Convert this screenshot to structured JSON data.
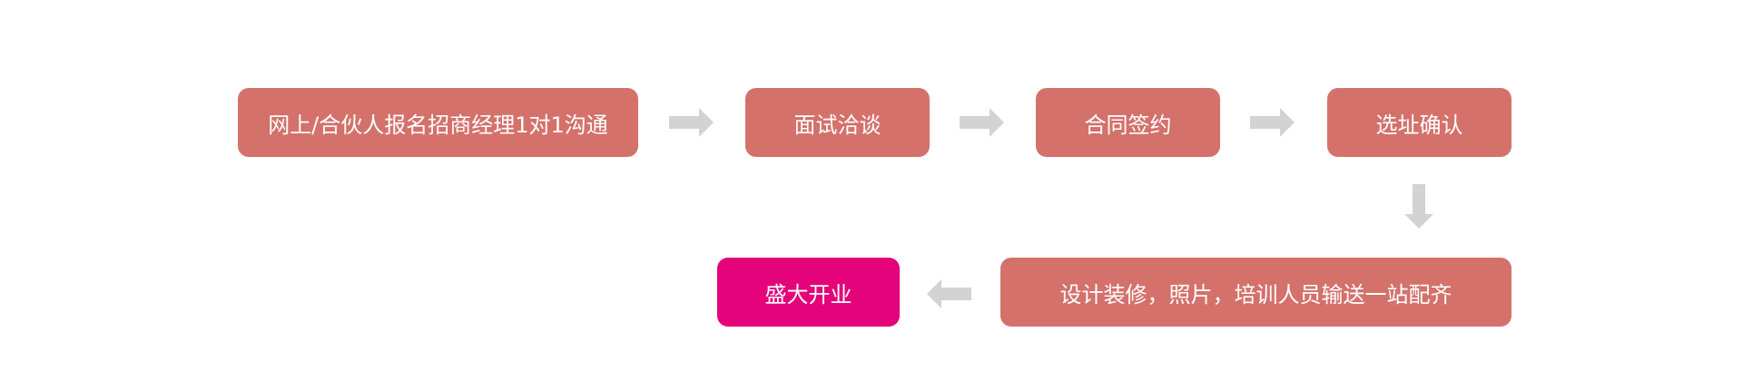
{
  "flow": {
    "steps": [
      {
        "label": "网上/合伙人报名招商经理1对1沟通"
      },
      {
        "label": "面试洽谈"
      },
      {
        "label": "合同签约"
      },
      {
        "label": "选址确认"
      },
      {
        "label": "设计装修，照片，培训人员输送一站配齐"
      },
      {
        "label": "盛大开业"
      }
    ],
    "colors": {
      "step": "#d4716b",
      "final_step": "#e4037a",
      "arrow": "#d3d3d3",
      "text": "#ffffff"
    }
  }
}
